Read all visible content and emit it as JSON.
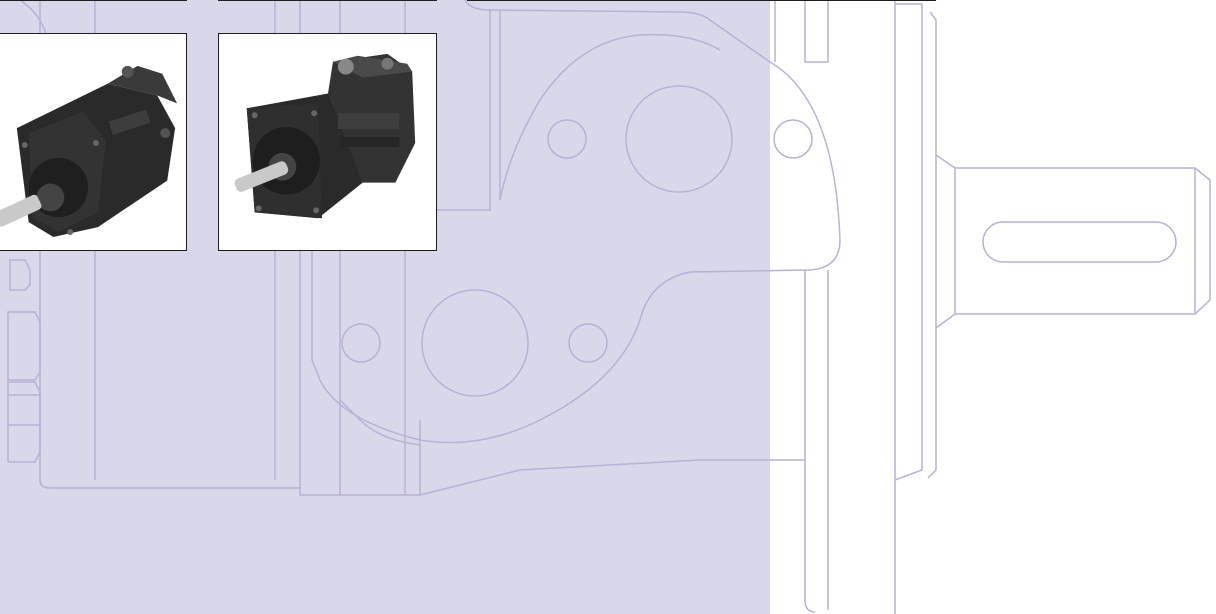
{
  "page": {
    "background_color": "#ffffff",
    "panel_color": "#d9d8ea",
    "line_art_color": "#b7b1d6",
    "frame_border_color": "#1e1e1e"
  },
  "photos": [
    {
      "name": "hydraulic-motor-photo-1",
      "icon": "hydraulic-motor-icon",
      "body_color": "#2a2a2a",
      "shaft_color": "#c9c9c9"
    },
    {
      "name": "hydraulic-motor-photo-2",
      "icon": "hydraulic-motor-icon",
      "body_color": "#2a2a2a",
      "shaft_color": "#c9c9c9"
    }
  ],
  "drawing": {
    "icon": "motor-technical-drawing"
  }
}
